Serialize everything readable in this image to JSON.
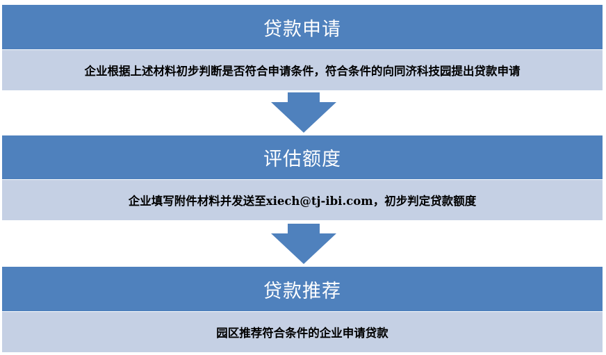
{
  "steps": [
    {
      "title": "贷款申请",
      "description": "企业根据上述材料初步判断是否符合申请条件，符合条件的向同济科技园提出贷款申请"
    },
    {
      "title": "评估额度",
      "description": "企业填写附件材料并发送至xiech@tj-ibi.com，初步判定贷款额度"
    },
    {
      "title": "贷款推荐",
      "description": "园区推荐符合条件的企业申请贷款"
    }
  ],
  "colors": {
    "header": "#4f81bd",
    "body": "#c5d0e4",
    "arrow": "#4f81bd"
  },
  "arrow_icon": "down-arrow-icon"
}
